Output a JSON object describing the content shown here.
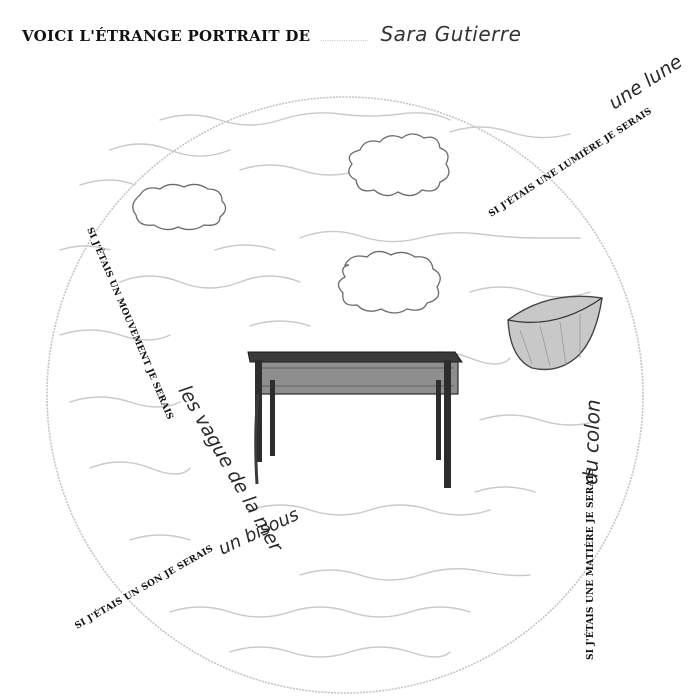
{
  "title": {
    "prefix": "VOICI L'ÉTRANGE PORTRAIT DE",
    "faint_label": "…………………",
    "name": "Sara Gutierre"
  },
  "phrases": {
    "lumiere": {
      "printed": "SI J'ÉTAIS UNE LUMIÈRE JE SERAIS",
      "answer": "une lune"
    },
    "mouvement": {
      "printed": "SI J'ÉTAIS UN MOUVEMENT JE SERAIS",
      "answer": "les vague de la mer"
    },
    "son": {
      "printed": "SI J'ÉTAIS UN SON JE SERAIS",
      "answer": "un bisous"
    },
    "matiere": {
      "printed": "SI J'ÉTAIS UNE MATIÈRE JE SERAIS",
      "answer": "du colon"
    }
  },
  "drawing": {
    "objects": [
      "circle-frame",
      "wave-lines",
      "cloud",
      "cloud",
      "cloud",
      "table-photo",
      "bowl-sketch"
    ],
    "ink_color": "#bdbdbd",
    "table_color": "#2b2b2b"
  }
}
